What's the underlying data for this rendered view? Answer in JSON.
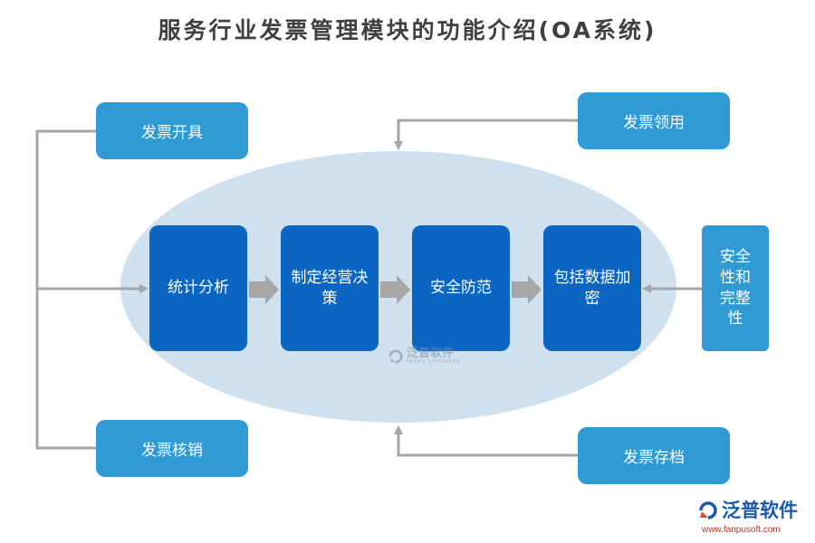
{
  "title": "服务行业发票管理模块的功能介绍(OA系统)",
  "outer_nodes": {
    "invoice_issue": "发票开具",
    "invoice_cancel": "发票核销",
    "invoice_receive": "发票领用",
    "invoice_archive": "发票存档"
  },
  "process_steps": [
    {
      "label": "统计分析"
    },
    {
      "label": "制定经营决策"
    },
    {
      "label": "安全防范"
    },
    {
      "label": "包括数据加密"
    }
  ],
  "side_node": "安全性和完整性",
  "watermark": {
    "text": "泛普软件",
    "sub": "FANPU SOFTWARE"
  },
  "logo": {
    "text": "泛普软件",
    "url": "www.fanpusoft.com"
  },
  "colors": {
    "outer": "#2f9ad3",
    "inner": "#0a66c2",
    "ellipse": "#cfe0ef",
    "connector": "#a6a6a6"
  }
}
